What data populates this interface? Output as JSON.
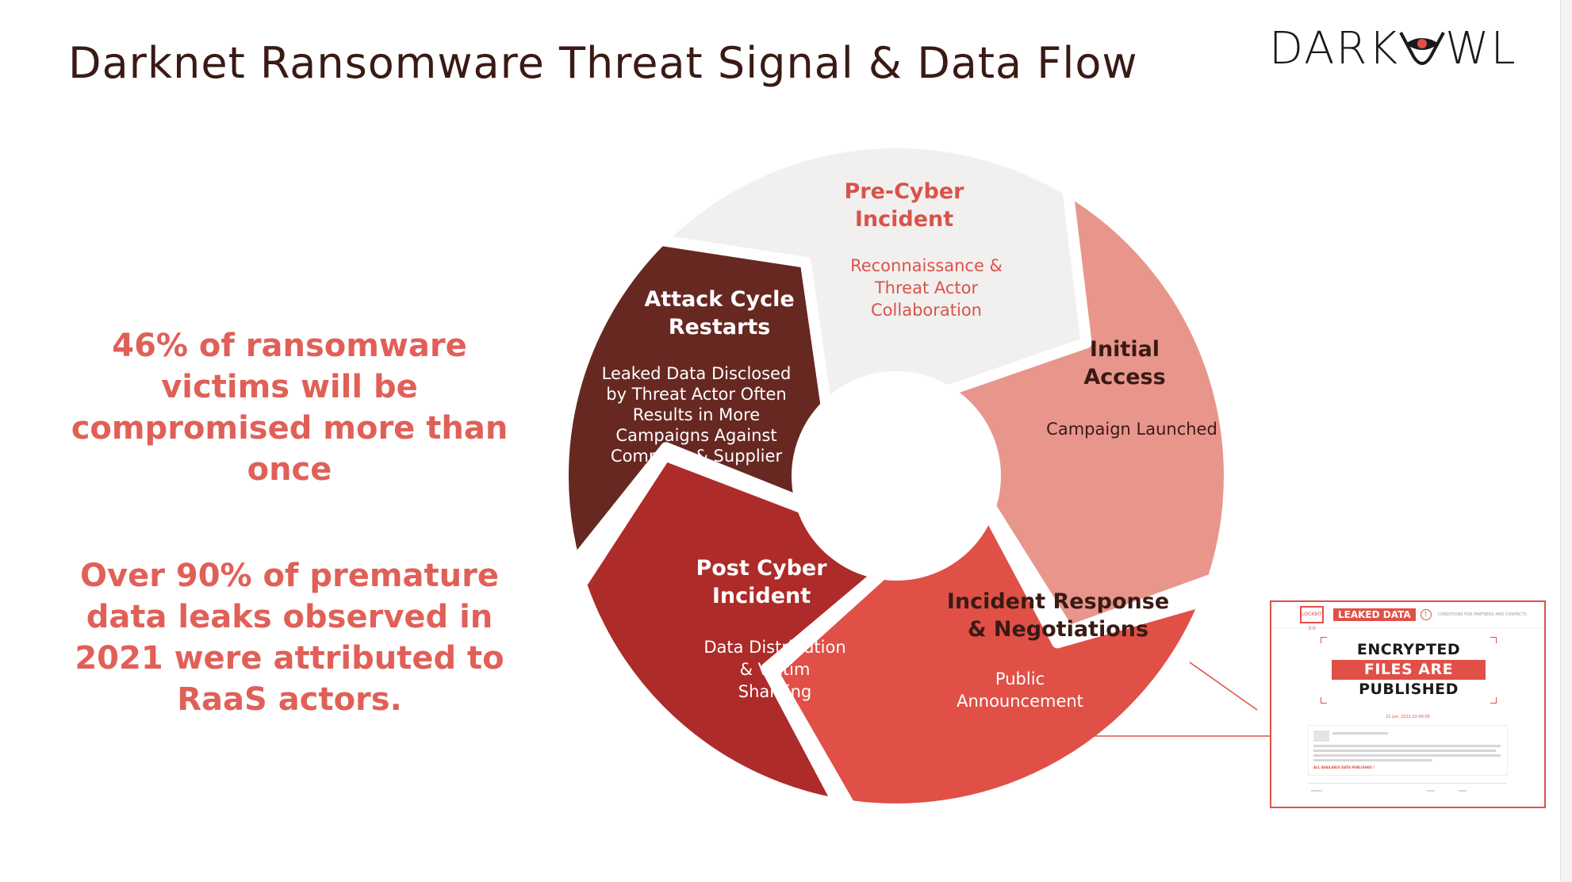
{
  "slide": {
    "title": "Darknet Ransomware Threat Signal & Data Flow",
    "logo": {
      "part1": "DARK",
      "part2": "WL",
      "icon": "owl-eye-icon"
    },
    "stats": [
      "46% of ransomware victims will be compromised more than once",
      "Over 90% of premature data leaks observed in 2021 were attributed to RaaS actors."
    ]
  },
  "cycle": {
    "segments": [
      {
        "id": "pre",
        "title": [
          "Pre-Cyber",
          "Incident"
        ],
        "desc": [
          "Reconnaissance &",
          "Threat Actor",
          "Collaboration"
        ],
        "color": "#f1f0ef",
        "title_color": "#d9534a",
        "desc_color": "#d9534a"
      },
      {
        "id": "initial",
        "title": [
          "Initial",
          "Access"
        ],
        "desc": [
          "Campaign Launched"
        ],
        "color": "#e8968c",
        "title_color": "#3a1a14",
        "desc_color": "#3a1a14"
      },
      {
        "id": "response",
        "title": [
          "Incident Response",
          "& Negotiations"
        ],
        "desc": [
          "Public",
          "Announcement"
        ],
        "color": "#e05047",
        "title_color": "#3a1a14",
        "desc_color": "#ffffff"
      },
      {
        "id": "post",
        "title": [
          "Post Cyber",
          "Incident"
        ],
        "desc": [
          "Data Distribution",
          "& Victim",
          "Shaming"
        ],
        "color": "#ad2b29",
        "title_color": "#ffffff",
        "desc_color": "#ffffff"
      },
      {
        "id": "restart",
        "title": [
          "Attack Cycle",
          "Restarts"
        ],
        "desc": [
          "Leaked Data Disclosed",
          "by Threat Actor Often",
          "Results in More",
          "Campaigns Against",
          "Company & Supplier"
        ],
        "color": "#672822",
        "title_color": "#ffffff",
        "desc_color": "#ffffff"
      }
    ]
  },
  "screenshot": {
    "brand": "LOCKBIT 3.0",
    "tag": "LEAKED DATA",
    "nav": "CONDITIONS FOR PARTNERS AND CONTACTS",
    "banner": [
      "ENCRYPTED",
      "FILES ARE",
      "PUBLISHED"
    ],
    "date": "21 Jun, 2022 22:00:00",
    "published": "ALL AVAILABLE DATA PUBLISHED !"
  }
}
